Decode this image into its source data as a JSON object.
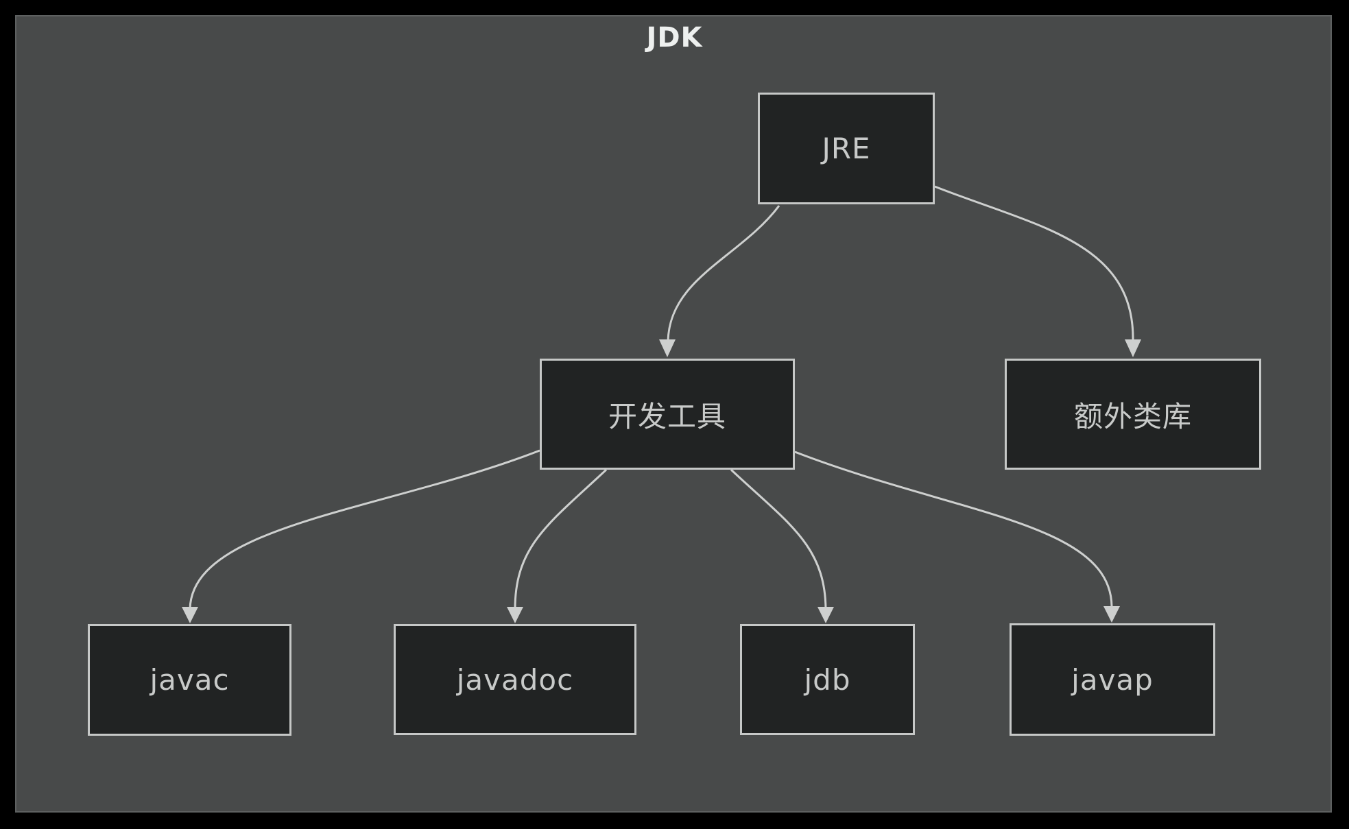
{
  "title": "JDK",
  "nodes": {
    "jre": {
      "label": "JRE"
    },
    "dev_tools": {
      "label": "开发工具"
    },
    "extra_libs": {
      "label": "额外类库"
    },
    "javac": {
      "label": "javac"
    },
    "javadoc": {
      "label": "javadoc"
    },
    "jdb": {
      "label": "jdb"
    },
    "javap": {
      "label": "javap"
    }
  },
  "edges": [
    {
      "from": "JRE",
      "to": "开发工具"
    },
    {
      "from": "JRE",
      "to": "额外类库"
    },
    {
      "from": "开发工具",
      "to": "javac"
    },
    {
      "from": "开发工具",
      "to": "javadoc"
    },
    {
      "from": "开发工具",
      "to": "jdb"
    },
    {
      "from": "开发工具",
      "to": "javap"
    }
  ],
  "colors": {
    "page-bg": "#000000",
    "frame-bg": "#484a4a",
    "frame-border": "#5e6161",
    "node-bg": "#212323",
    "node-border": "#c6c8c7",
    "node-text": "#c8cac9",
    "title-text": "#eef0ef",
    "edge": "#ced0cf"
  }
}
